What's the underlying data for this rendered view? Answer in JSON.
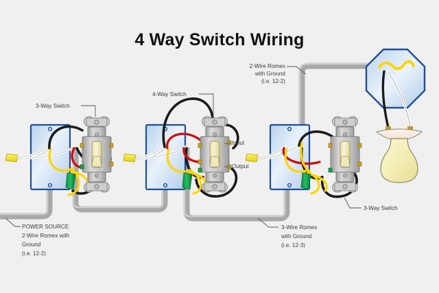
{
  "page": {
    "title": "4 Way Switch Wiring",
    "background_color": "#f0f0f0"
  },
  "labels": {
    "switch_left": "3-Way Switch",
    "switch_middle": "4-Way Switch",
    "switch_right": "3-Way Switch",
    "input": "Input",
    "output": "Output",
    "romex_top_line1": "2-Wire Romex",
    "romex_top_line2": "with Ground",
    "romex_top_line3": "(i.e. 12-2)",
    "power_source_line1": "POWER SOURCE",
    "power_source_line2": "2-Wire Romex with",
    "power_source_line3": "Ground",
    "power_source_line4": "(i.e. 12-2)",
    "romex_3wire_line1": "3-Wire Romex",
    "romex_3wire_line2": "with Ground",
    "romex_3wire_line3": "(i.e. 12-3)"
  },
  "colors": {
    "hot_black": "#1a1a1a",
    "traveler_red": "#cc1111",
    "neutral_white": "#ffffff",
    "ground_yellow": "#ffd400",
    "ground_connector_green": "#119944",
    "wire_nut_yellow": "#f2e21a",
    "box_blue_border": "#1f4e97",
    "box_blue_fill": "#c6dbf0",
    "cable_sheath_gray": "#a8a8a8",
    "switch_body_gray": "#c9c9c9",
    "toggle_cream": "#f2edbe",
    "bulb_cream": "#f6f0bb",
    "leader_line": "#555555"
  },
  "components": {
    "switch_left_type": "3-way-toggle-switch",
    "switch_middle_type": "4-way-toggle-switch",
    "switch_right_type": "3-way-toggle-switch",
    "ceiling_box_shape": "octagon",
    "fixture": "light-bulb"
  }
}
